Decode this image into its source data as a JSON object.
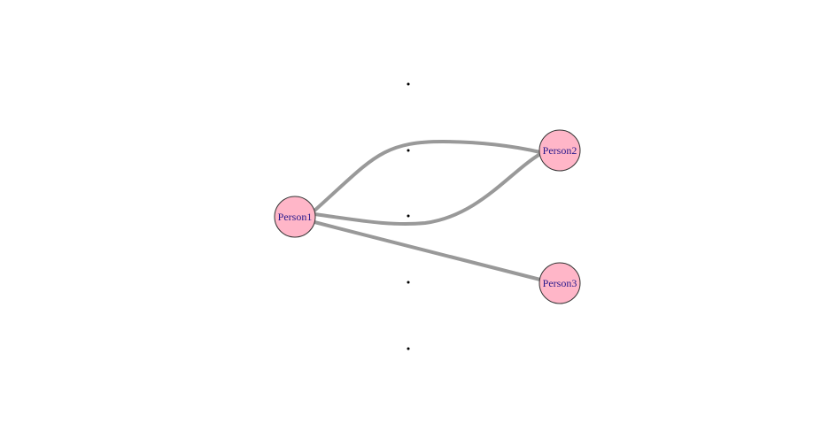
{
  "diagram": {
    "nodes": [
      {
        "id": "p1",
        "label": "Person1",
        "color": "#ffb6c8"
      },
      {
        "id": "p2",
        "label": "Person2",
        "color": "#ffb6c8"
      },
      {
        "id": "p3",
        "label": "Person3",
        "color": "#ffb6c8"
      }
    ],
    "edges": [
      {
        "from": "p1",
        "to": "p2"
      },
      {
        "from": "p1",
        "to": "p2"
      },
      {
        "from": "p1",
        "to": "p3"
      }
    ],
    "colors": {
      "node_fill": "#ffb6c8",
      "node_stroke": "#333333",
      "label_text": "#2a1a8c",
      "edge": "#999999"
    }
  }
}
